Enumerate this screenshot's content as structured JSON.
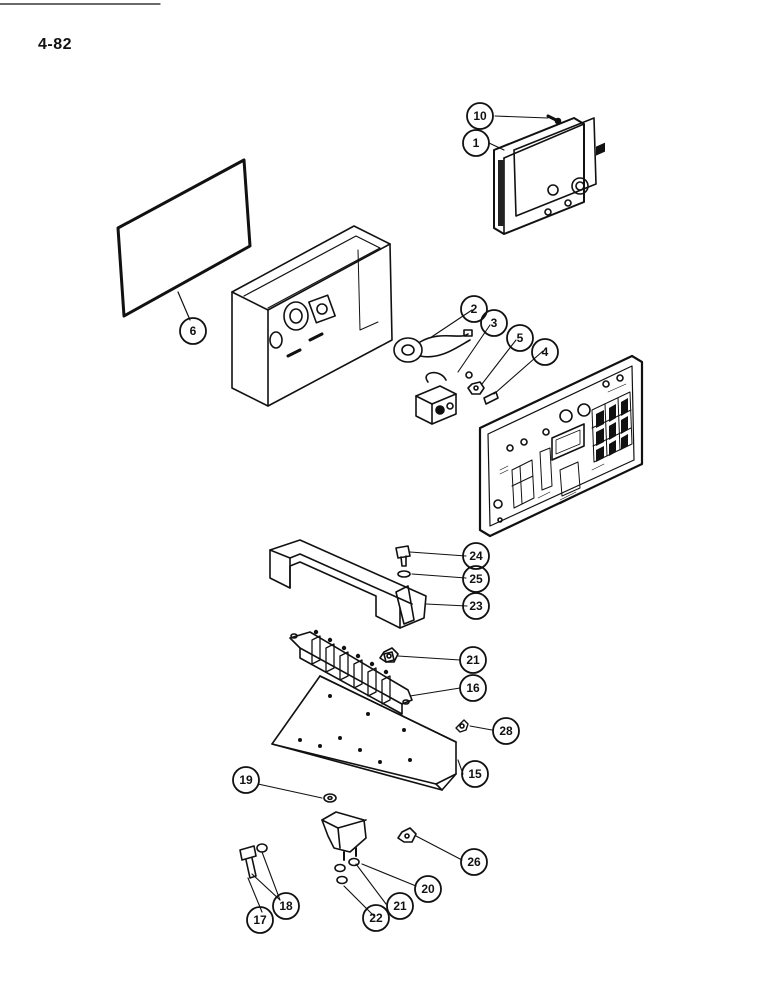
{
  "page": {
    "number": "4-82"
  },
  "callouts": [
    {
      "id": "c10",
      "label": "10"
    },
    {
      "id": "c1",
      "label": "1"
    },
    {
      "id": "c6",
      "label": "6"
    },
    {
      "id": "c2",
      "label": "2"
    },
    {
      "id": "c3",
      "label": "3"
    },
    {
      "id": "c5",
      "label": "5"
    },
    {
      "id": "c4",
      "label": "4"
    },
    {
      "id": "c24",
      "label": "24"
    },
    {
      "id": "c25",
      "label": "25"
    },
    {
      "id": "c23",
      "label": "23"
    },
    {
      "id": "c21a",
      "label": "21"
    },
    {
      "id": "c16",
      "label": "16"
    },
    {
      "id": "c28",
      "label": "28"
    },
    {
      "id": "c15",
      "label": "15"
    },
    {
      "id": "c19",
      "label": "19"
    },
    {
      "id": "c26",
      "label": "26"
    },
    {
      "id": "c20",
      "label": "20"
    },
    {
      "id": "c21b",
      "label": "21"
    },
    {
      "id": "c22",
      "label": "22"
    },
    {
      "id": "c18",
      "label": "18"
    },
    {
      "id": "c17",
      "label": "17"
    }
  ]
}
